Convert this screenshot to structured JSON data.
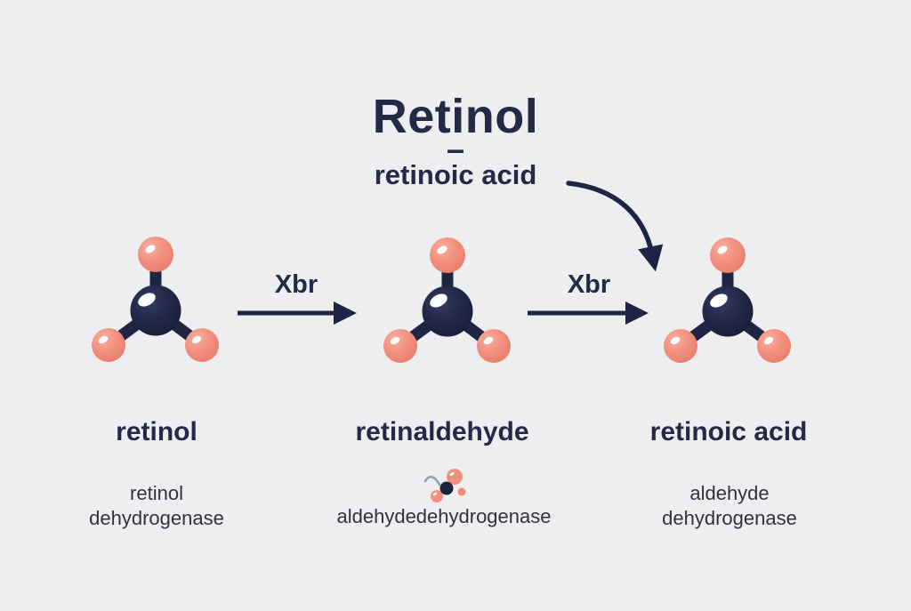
{
  "title": {
    "main": "Retinol",
    "separator": "–",
    "subtitle": "retinoic acid"
  },
  "pathway": {
    "arrow1_label": "Xbr",
    "arrow2_label": "Xbr",
    "steps": [
      {
        "compound": "retinol",
        "enzyme": "retinol dehydrogenase"
      },
      {
        "compound": "retinaldehyde",
        "enzyme": "aldehydedehydrogenase"
      },
      {
        "compound": "retinoic acid",
        "enzyme": "aldehyde dehydrogenase"
      }
    ]
  },
  "icons": [
    "molecule-ball-and-stick-icon",
    "molecule-ball-and-stick-icon",
    "molecule-ball-and-stick-icon",
    "right-arrow-icon",
    "right-arrow-icon",
    "curved-down-arrow-icon",
    "small-enzyme-molecule-icon"
  ],
  "colors": {
    "background": "#eeeef0",
    "navy": "#232946",
    "salmon": "#f2907f"
  }
}
